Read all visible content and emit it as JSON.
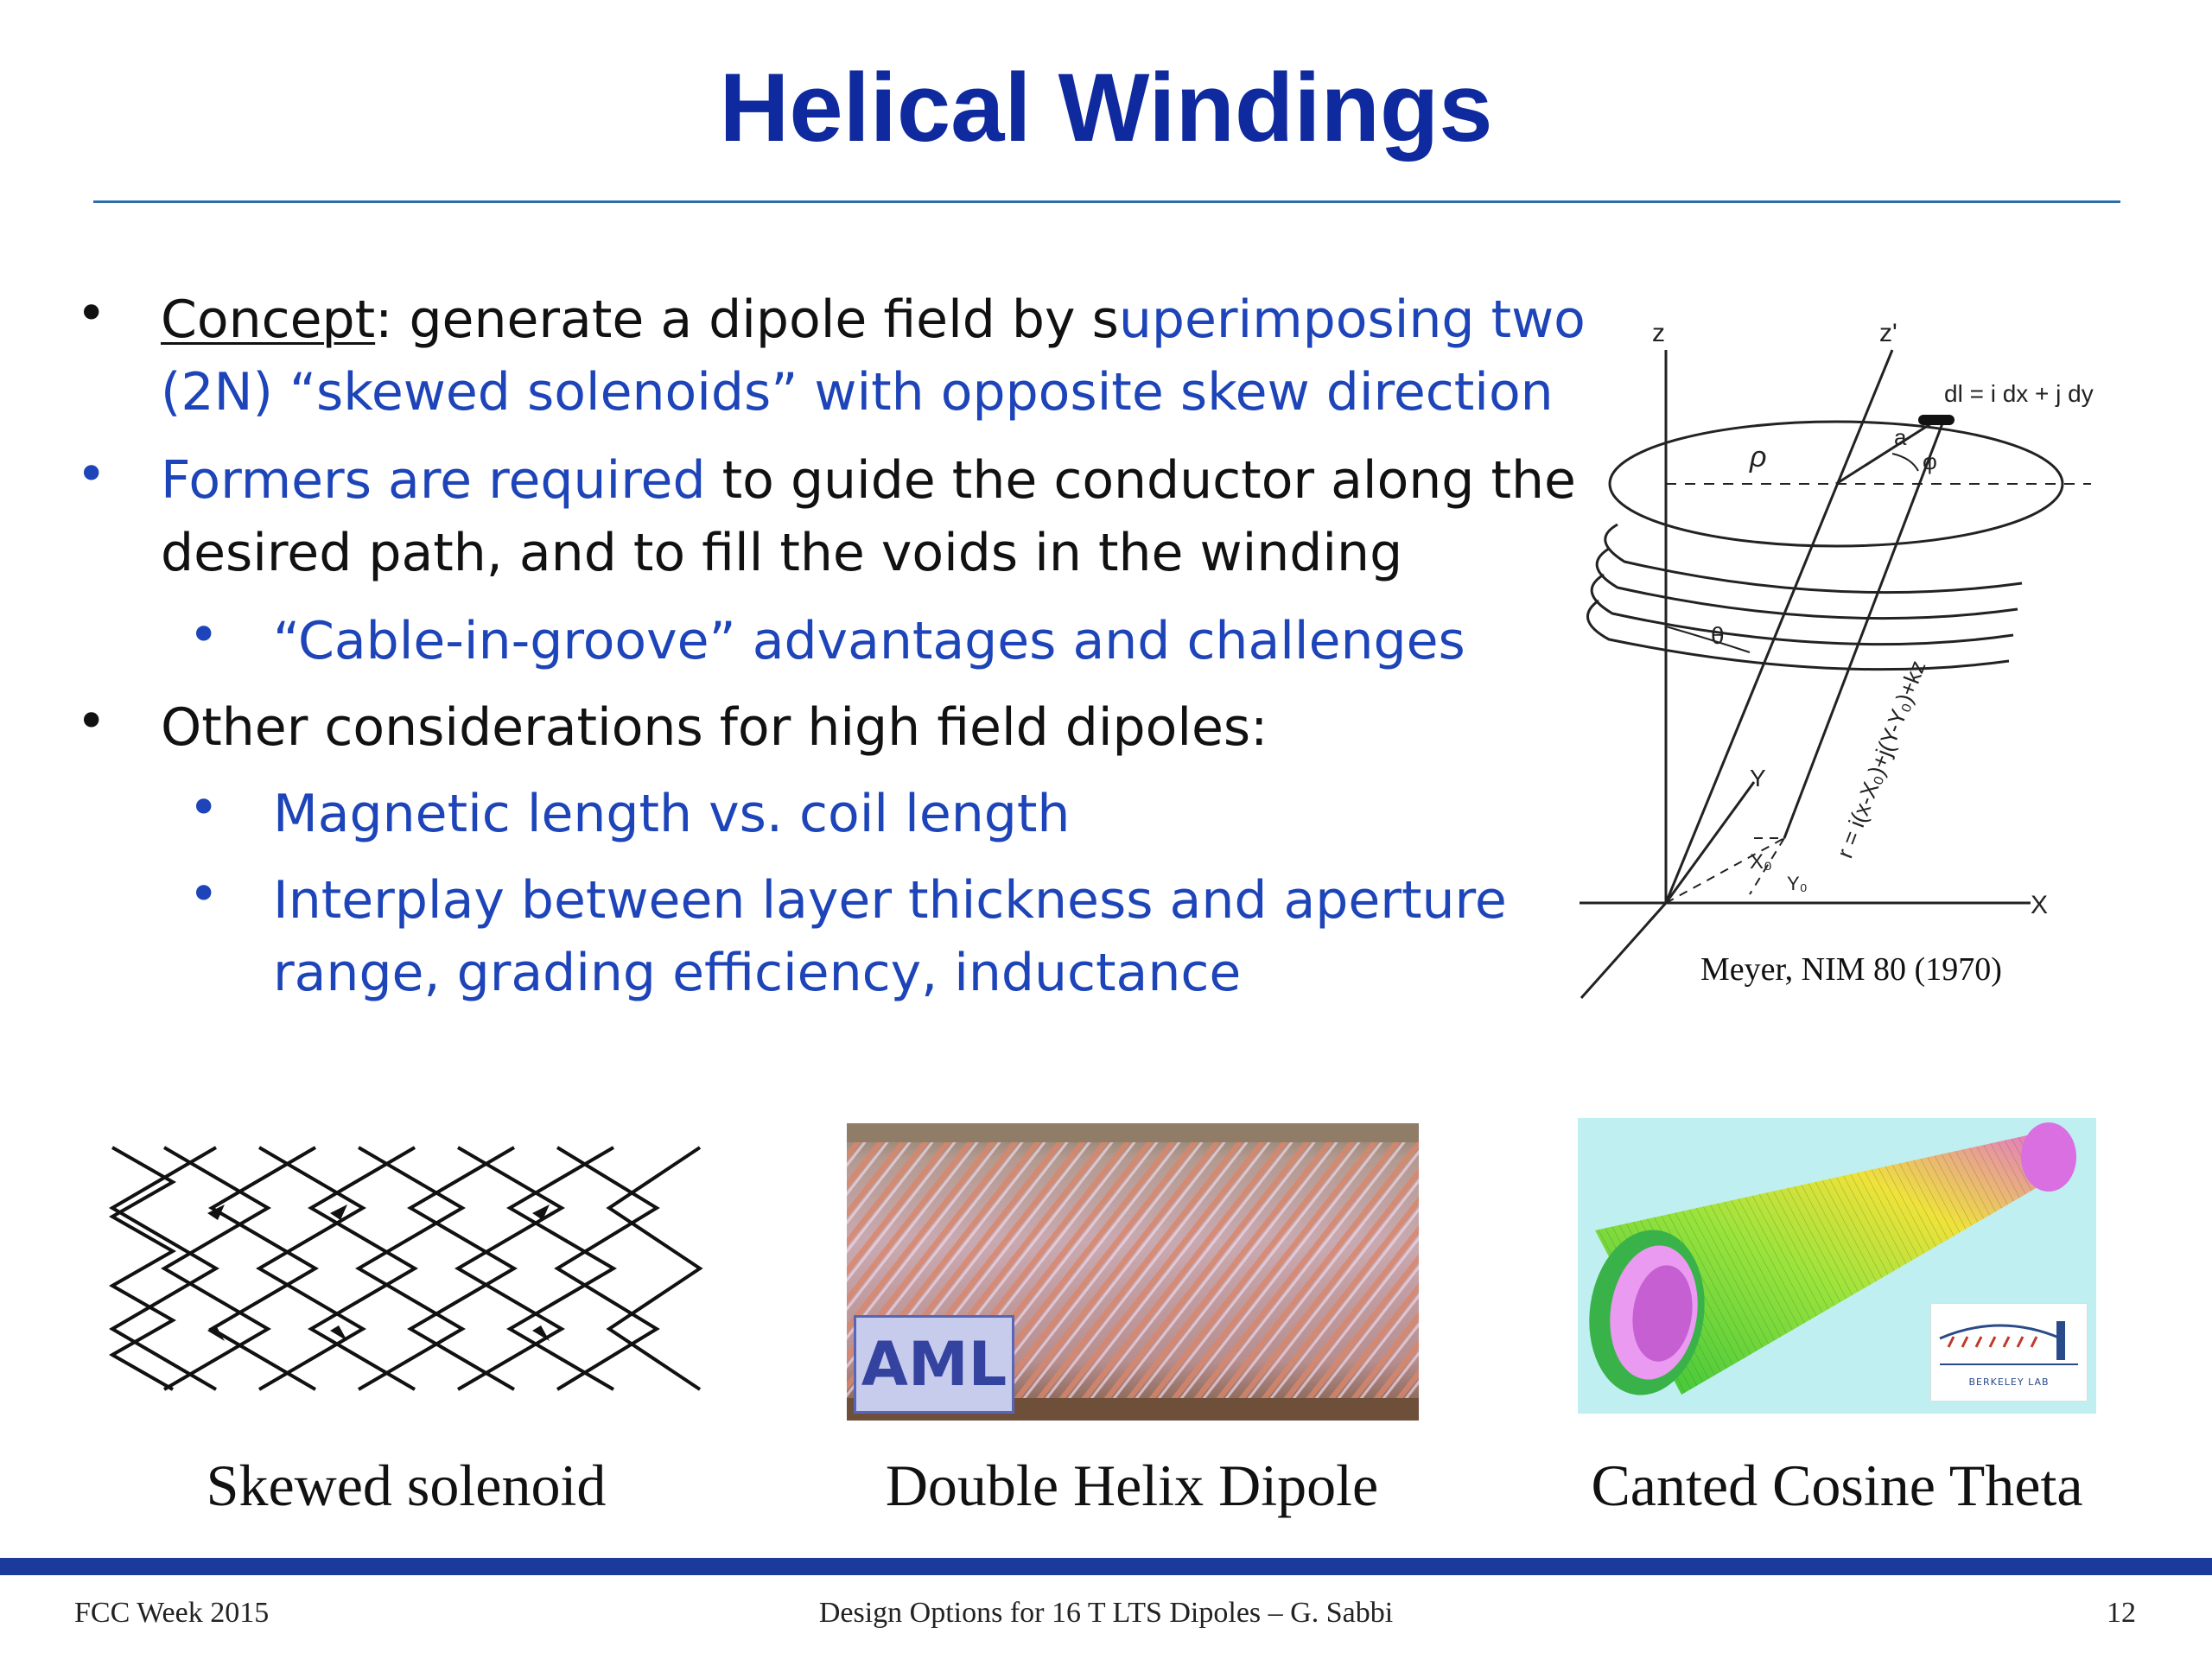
{
  "slide": {
    "title": "Helical Windings",
    "bullets": {
      "b1_l1_a": "Concept",
      "b1_l1_b": ": generate a dipole field by s",
      "b1_l1_c": "uperimposing two",
      "b1_l2": "(2N) “skewed solenoids”  with opposite skew direction",
      "b2_l1_a": "Formers are required",
      "b2_l1_b": " to guide the conductor along the",
      "b2_l2": "desired path, and to fill the voids in the winding",
      "b2_sub": "“Cable-in-groove” advantages and challenges",
      "b3": "Other considerations for high field dipoles:",
      "b3_sub1": "Magnetic length vs. coil length",
      "b3_sub2_l1": "Interplay between layer thickness and aperture",
      "b3_sub2_l2": "range, grading efficiency, inductance",
      "bullet_glyph": "•"
    },
    "diagram": {
      "label_z": "z",
      "label_zprime": "z'",
      "label_dl": "dl = i dx + j dy",
      "label_a": "a",
      "label_phi": "φ",
      "label_rho": "ρ",
      "label_theta": "θ",
      "label_y": "Y",
      "label_x": "X",
      "label_x0": "X₀",
      "label_y0": "Y₀",
      "label_r": "r = i(x-X₀)+j(Y-Y₀)+kz",
      "citation": "Meyer, NIM 80 (1970)"
    },
    "images": [
      {
        "caption": "Skewed solenoid"
      },
      {
        "caption": "Double Helix Dipole",
        "logo": "AML"
      },
      {
        "caption": "Canted Cosine Theta",
        "logo": "BERKELEY LAB"
      }
    ],
    "footer": {
      "left": "FCC Week 2015",
      "center": "Design Options for 16 T LTS Dipoles – G. Sabbi",
      "page": "12"
    },
    "colors": {
      "title": "#0f2a9e",
      "blue_text": "#1d44b8",
      "footer_bar": "#1a3a9c",
      "rule": "#2c6ea8"
    }
  }
}
